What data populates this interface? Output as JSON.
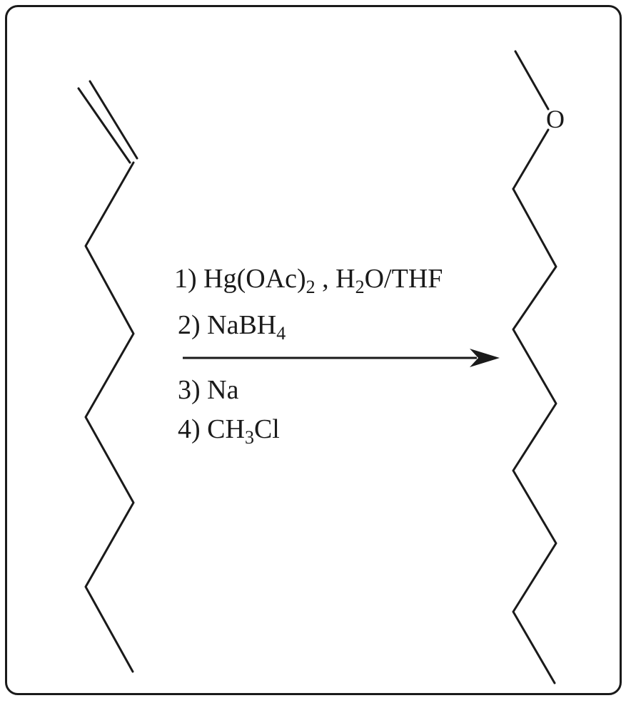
{
  "reagents": {
    "step1": {
      "prefix": "1) Hg(OAc)",
      "sub1": "2",
      "middle": " , H",
      "sub2": "2",
      "suffix": "O/THF"
    },
    "step2": {
      "prefix": "2) NaBH",
      "sub1": "4"
    },
    "step3": {
      "text": "3) Na"
    },
    "step4": {
      "prefix": "4) CH",
      "sub1": "3",
      "suffix": "Cl"
    }
  },
  "product": {
    "oxygen_label": "O"
  },
  "colors": {
    "ink": "#1a1a1a",
    "background": "#ffffff"
  }
}
